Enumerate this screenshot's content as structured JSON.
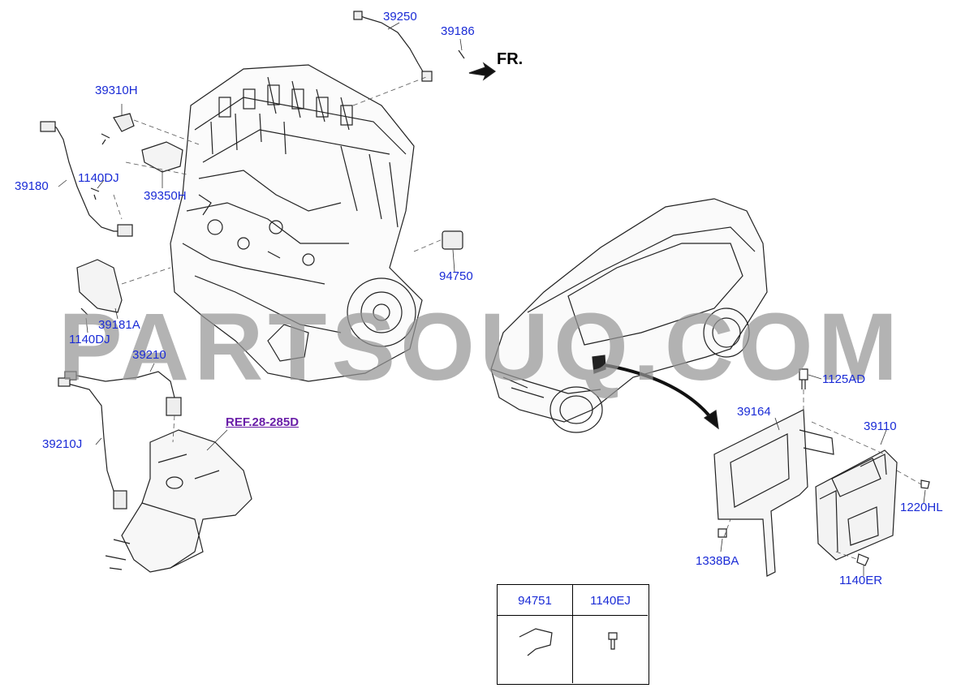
{
  "direction": "FR.",
  "watermark": "PARTSOUQ.COM",
  "reference": "REF.28-285D",
  "parts": {
    "p39250": "39250",
    "p39186": "39186",
    "p39310H": "39310H",
    "p39180": "39180",
    "p1140DJ_a": "1140DJ",
    "p39350H": "39350H",
    "p94750": "94750",
    "p39181A": "39181A",
    "p1140DJ_b": "1140DJ",
    "p39210": "39210",
    "p39210J": "39210J",
    "p1125AD": "1125AD",
    "p39164": "39164",
    "p39110": "39110",
    "p1220HL": "1220HL",
    "p1338BA": "1338BA",
    "p1140ER": "1140ER"
  },
  "legend": [
    {
      "label": "94751"
    },
    {
      "label": "1140EJ"
    }
  ]
}
